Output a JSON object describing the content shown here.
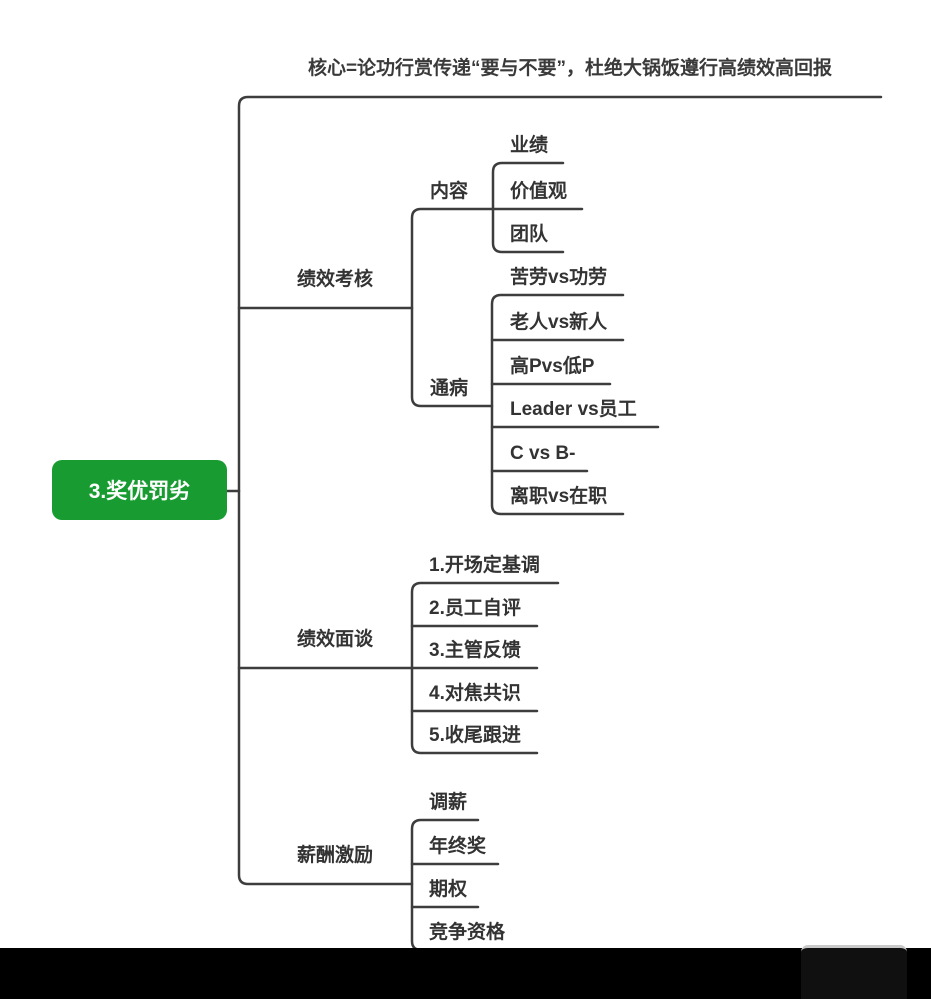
{
  "meta": {
    "root_color": "#189b30",
    "line_color": "#3d3d3d",
    "text_color": "#333333"
  },
  "title": {
    "text": "核心=论功行赏传递“要与不要”，杜绝大锅饭遵行高绩效高回报"
  },
  "root": {
    "label": "3.奖优罚劣"
  },
  "branches": [
    {
      "label": "绩效考核",
      "children": [
        {
          "label": "内容",
          "children": [
            {
              "label": "业绩"
            },
            {
              "label": "价值观"
            },
            {
              "label": "团队"
            }
          ]
        },
        {
          "label": "通病",
          "children": [
            {
              "label": "苦劳vs功劳"
            },
            {
              "label": "老人vs新人"
            },
            {
              "label": "高Pvs低P"
            },
            {
              "label": "Leader vs员工"
            },
            {
              "label": "C vs B-"
            },
            {
              "label": "离职vs在职"
            }
          ]
        }
      ]
    },
    {
      "label": "绩效面谈",
      "children": [
        {
          "label": "1.开场定基调"
        },
        {
          "label": "2.员工自评"
        },
        {
          "label": "3.主管反馈"
        },
        {
          "label": "4.对焦共识"
        },
        {
          "label": "5.收尾跟进"
        }
      ]
    },
    {
      "label": "薪酬激励",
      "children": [
        {
          "label": "调薪"
        },
        {
          "label": "年终奖"
        },
        {
          "label": "期权"
        },
        {
          "label": "竞争资格"
        }
      ]
    }
  ]
}
